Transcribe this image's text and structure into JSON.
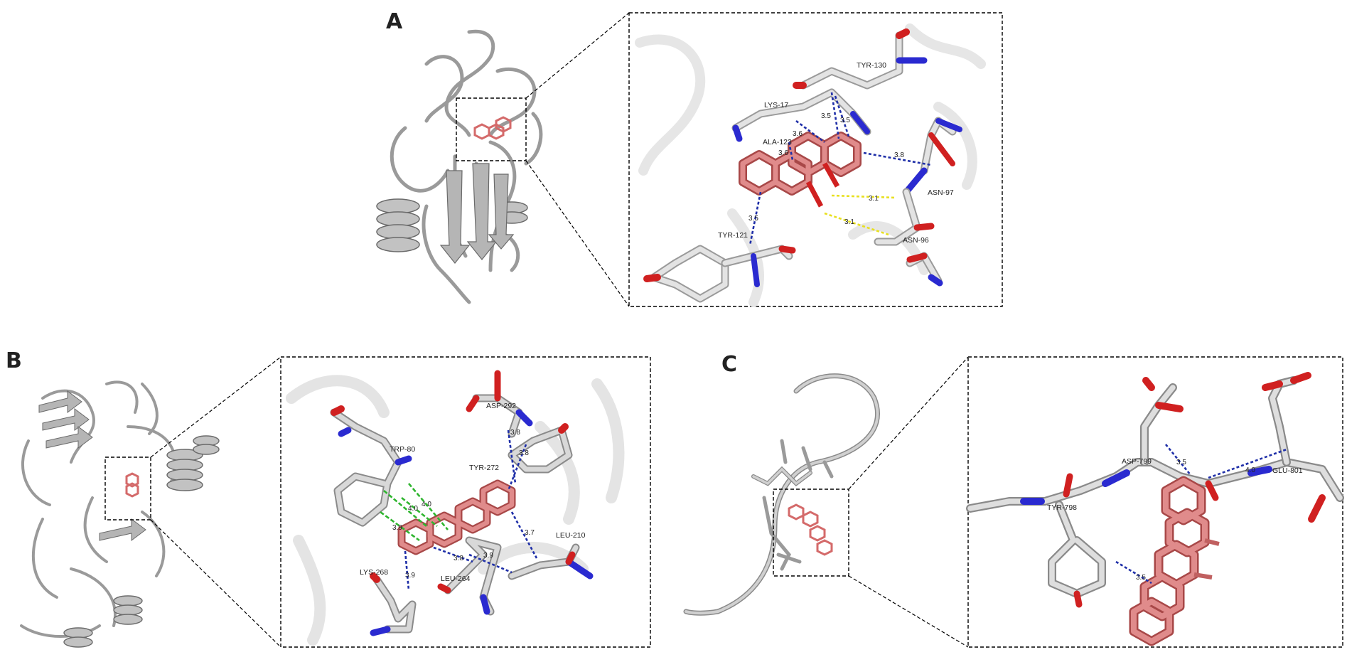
{
  "colors": {
    "ligand": "#d46a6a",
    "ligand_dark": "#a84848",
    "carbon": "#cfcfcf",
    "carbon_dark": "#8a8a8a",
    "oxygen": "#d02020",
    "nitrogen": "#2a2ad0",
    "ribbon": "#b8b8b8",
    "hbond_blue": "#1f2fa8",
    "hbond_yellow": "#e8e020",
    "pi_green": "#2fb52f"
  },
  "panels": {
    "A": {
      "letter": "A",
      "residues": [
        {
          "id": "tyr130",
          "label": "TYR-130"
        },
        {
          "id": "lys17",
          "label": "LYS-17"
        },
        {
          "id": "ala123",
          "label": "ALA-123"
        },
        {
          "id": "asn97",
          "label": "ASN-97"
        },
        {
          "id": "asn96",
          "label": "ASN-96"
        },
        {
          "id": "tyr121",
          "label": "TYR-121"
        }
      ],
      "distances": [
        "3.5",
        "3.5",
        "3.6",
        "3.6",
        "3.8",
        "3.1",
        "3.1",
        "3.5"
      ]
    },
    "B": {
      "letter": "B",
      "residues": [
        {
          "id": "asp292",
          "label": "ASP-292"
        },
        {
          "id": "trp80",
          "label": "TRP-80"
        },
        {
          "id": "tyr272",
          "label": "TYR-272"
        },
        {
          "id": "leu210",
          "label": "LEU-210"
        },
        {
          "id": "lys268",
          "label": "LYS-268"
        },
        {
          "id": "leu264",
          "label": "LEU-264"
        }
      ],
      "distances": [
        "3.8",
        "3.8",
        "4.0",
        "4.0",
        "3.9",
        "3.7",
        "3.8",
        "3.9",
        "3.9"
      ]
    },
    "C": {
      "letter": "C",
      "residues": [
        {
          "id": "asp799",
          "label": "ASP-799"
        },
        {
          "id": "glu801",
          "label": "GLU-801"
        },
        {
          "id": "tyr798",
          "label": "TYR-798"
        }
      ],
      "distances": [
        "3.5",
        "4.0",
        "3.5"
      ]
    }
  }
}
